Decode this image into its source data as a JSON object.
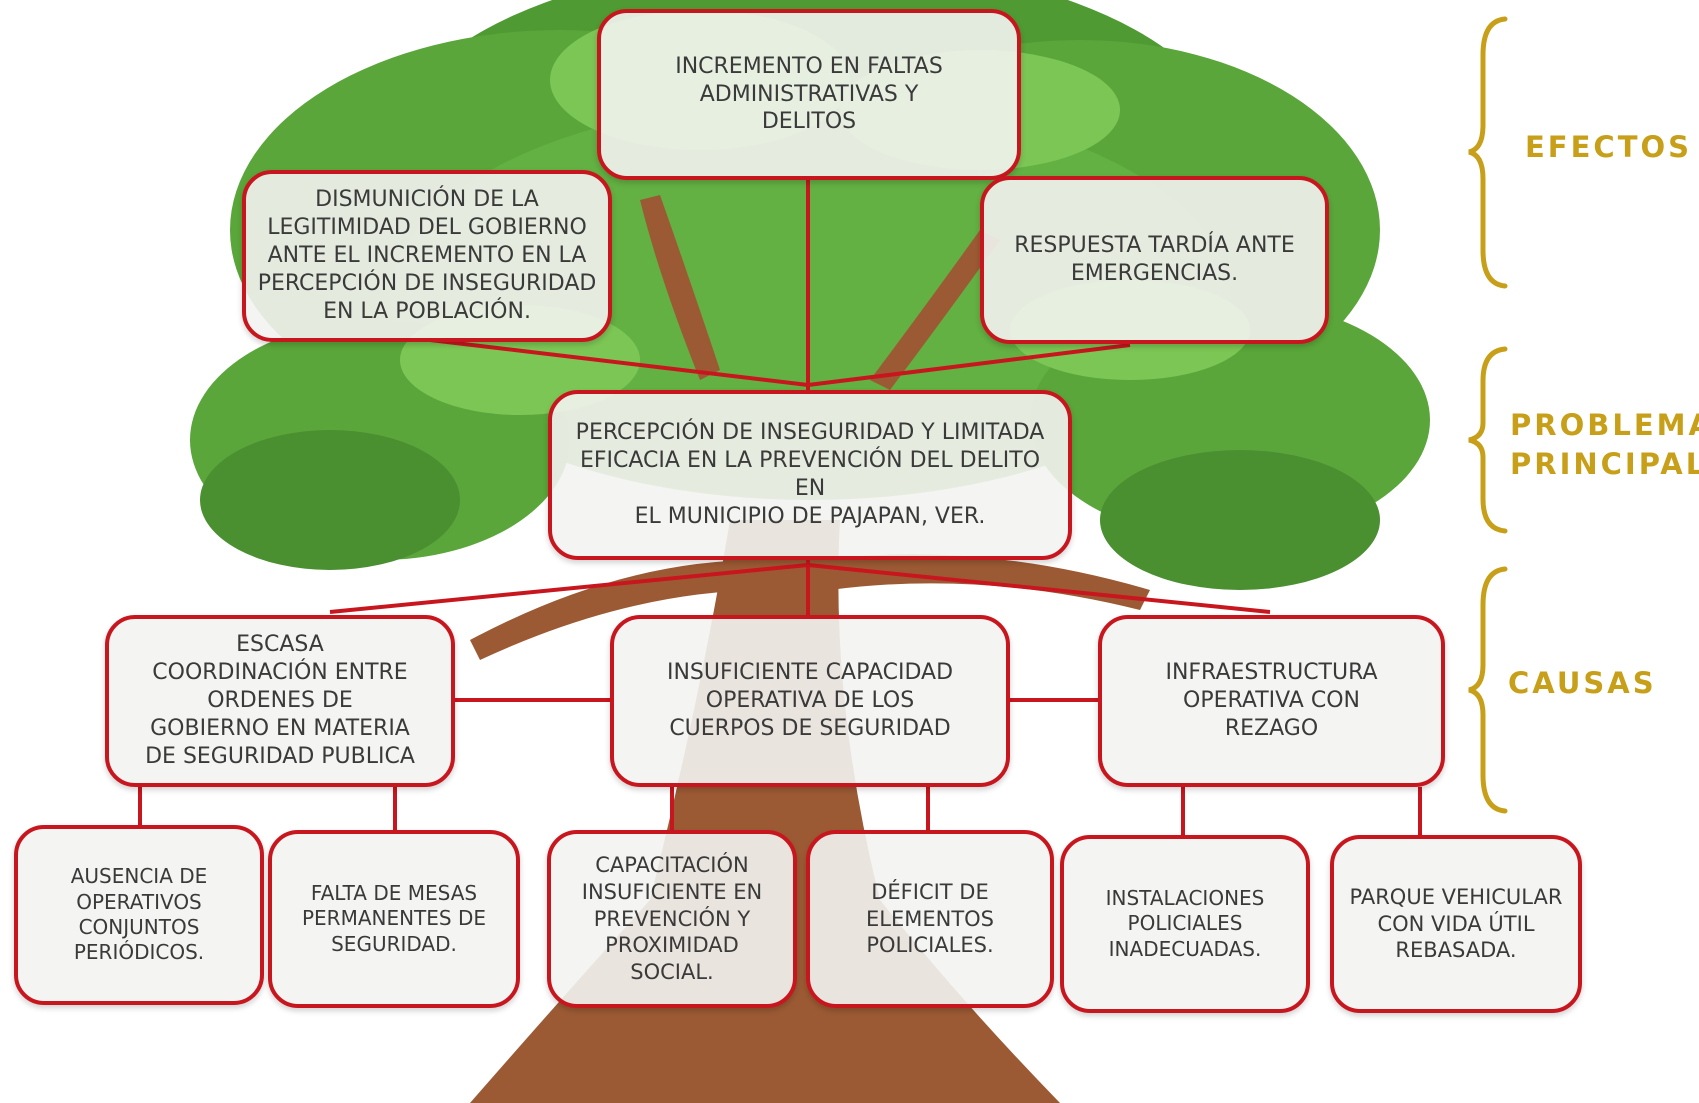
{
  "colors": {
    "box_border": "#c8161e",
    "connector": "#c8161e",
    "label_gold": "#c89f19",
    "foliage": "#5aa63a",
    "trunk": "#9c5a34"
  },
  "side_labels": {
    "effects": "EFECTOS",
    "main_problem": "PROBLEMA\nPRINCIPAL",
    "causes": "CAUSAS"
  },
  "effects": {
    "top": "INCREMENTO EN FALTAS\nADMINISTRATIVAS Y\nDELITOS",
    "left": "DISMUNICIÓN DE LA\nLEGITIMIDAD DEL GOBIERNO\nANTE EL INCREMENTO EN LA\nPERCEPCIÓN DE INSEGURIDAD\nEN LA POBLACIÓN.",
    "right": "RESPUESTA TARDÍA ANTE\nEMERGENCIAS."
  },
  "main_problem": "PERCEPCIÓN DE INSEGURIDAD Y LIMITADA\nEFICACIA EN LA PREVENCIÓN DEL DELITO EN\nEL MUNICIPIO DE PAJAPAN, VER.",
  "causes": [
    {
      "label": "ESCASA\nCOORDINACIÓN ENTRE\nORDENES DE\nGOBIERNO EN MATERIA\nDE SEGURIDAD PUBLICA",
      "sub": [
        "AUSENCIA DE\nOPERATIVOS\nCONJUNTOS\nPERIÓDICOS.",
        "FALTA DE MESAS\nPERMANENTES DE\nSEGURIDAD."
      ]
    },
    {
      "label": "INSUFICIENTE CAPACIDAD\nOPERATIVA DE LOS\nCUERPOS DE SEGURIDAD",
      "sub": [
        "CAPACITACIÓN\nINSUFICIENTE EN\nPREVENCIÓN Y\nPROXIMIDAD\nSOCIAL.",
        "DÉFICIT DE\nELEMENTOS\nPOLICIALES."
      ]
    },
    {
      "label": "INFRAESTRUCTURA\nOPERATIVA CON\nREZAGO",
      "sub": [
        "INSTALACIONES\nPOLICIALES\nINADECUADAS.",
        "PARQUE VEHICULAR\nCON VIDA ÚTIL\nREBASADA."
      ]
    }
  ]
}
